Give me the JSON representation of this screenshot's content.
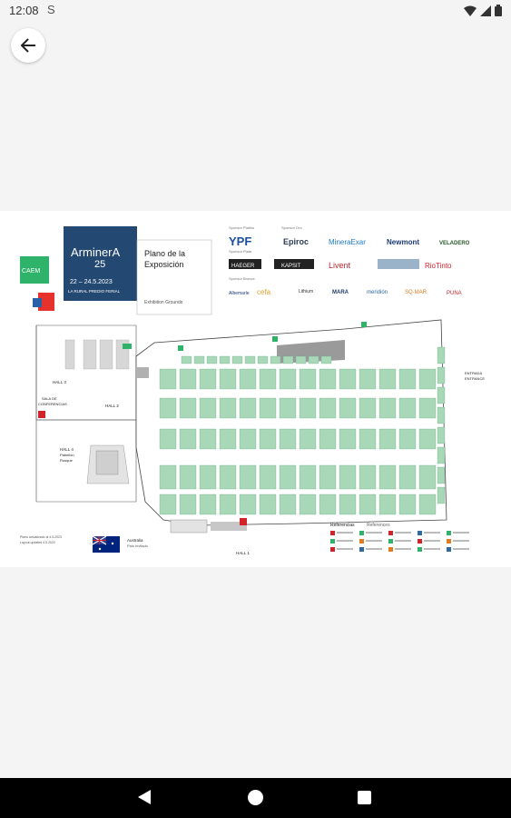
{
  "status_bar": {
    "time": "12:08",
    "sync_glyph": "S"
  },
  "header": {
    "back_icon": "arrow-left-icon"
  },
  "map": {
    "logo_left": "CAEM",
    "event_name": "ArminerA",
    "event_edition": "25",
    "event_dates": "22 – 24.5.2023",
    "event_venue": "LA RURAL PREDIO FERIAL",
    "plan_title_line1": "Plano de la",
    "plan_title_line2": "Exposición",
    "plan_subtitle": "Exhibition Grounds",
    "sponsor_label_platinum": "Sponsor Platino",
    "sponsor_label_oro": "Sponsor Oro",
    "sponsor_label_plata": "Sponsor Plata",
    "sponsor_label_bronce": "Sponsor Bronce",
    "sponsors": {
      "ypf": "YPF",
      "epiroc": "Epiroc",
      "mineraexar": "MineraExar",
      "newmont": "Newmont",
      "veladero": "VELADERO",
      "haeger": "HAEGER",
      "kapsit": "KAPSIT",
      "livent": "Livent",
      "riotinto": "RioTinto",
      "albemarle": "Albemarle",
      "cefa": "cefa",
      "lithium": "Lithium",
      "mara": "MARA",
      "meridion": "meridión",
      "sanm": "SQ·MAR",
      "puna": "PUNA"
    },
    "halls": {
      "hall2": "HALL 2",
      "hall3": "HALL 3",
      "hall4_line1": "HALL 4",
      "hall4_line2": "Pabellón",
      "hall4_line3": "Rosque",
      "hall1": "HALL 1",
      "sala": "SALA DE",
      "sala2": "CONFERENCIAS",
      "entrada": "ENTRADA",
      "entrada2": "ENTRANCE"
    },
    "country_label": "Australia",
    "country_sub": "País invitado",
    "refs_title": "Referencias",
    "refs_title_en": "References",
    "footnote_line1": "Plano actualizado al 4.5.2023",
    "footnote_line2": "Layout updated 4.5.2023"
  }
}
